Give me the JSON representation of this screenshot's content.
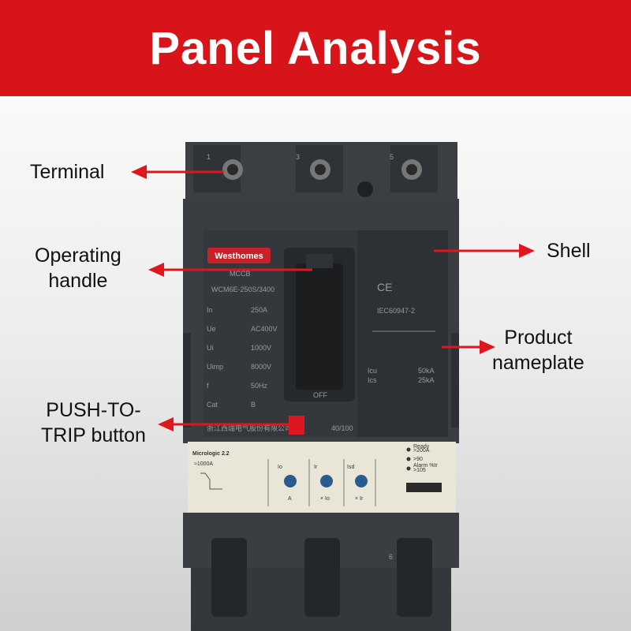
{
  "title": "Panel Analysis",
  "labels": {
    "terminal": "Terminal",
    "operating_handle_1": "Operating",
    "operating_handle_2": "handle",
    "push_to_trip_1": "PUSH-TO-",
    "push_to_trip_2": "TRIP button",
    "shell": "Shell",
    "product_nameplate_1": "Product",
    "product_nameplate_2": "nameplate"
  },
  "nameplate": {
    "brand": "Westhomes",
    "type": "MCCB",
    "model": "WCM6E-250S/3400",
    "rows": [
      {
        "key": "In",
        "value": "250A"
      },
      {
        "key": "Ue",
        "value": "AC400V"
      },
      {
        "key": "Ui",
        "value": "1000V"
      },
      {
        "key": "Uimp",
        "value": "8000V"
      },
      {
        "key": "f",
        "value": "50Hz"
      },
      {
        "key": "Cat",
        "value": "B"
      }
    ],
    "company": "浙江西瑞电气股份有限公司",
    "ce_mark": "CE",
    "standard": "IEC60947-2",
    "icu_label": "Icu",
    "icu_value": "50kA",
    "ics_label": "Ics",
    "ics_value": "25kA",
    "frame": "40/100",
    "off": "OFF",
    "terminals": [
      "1",
      "3",
      "5"
    ],
    "bottom_terminal": "6"
  },
  "trip_unit": {
    "name": "Micrologic 2.2",
    "io_label": "Io",
    "ir_label": "Ir",
    "isd_label": "Isd",
    "io_unit": "A",
    "ir_unit": "× Io",
    "isd_unit": "× Ir",
    "small_scale": "≈1000A",
    "status": [
      ">200A",
      ">90",
      ">105"
    ],
    "status_head": [
      "Ready",
      "",
      "Alarm  %Ir"
    ]
  },
  "colors": {
    "banner": "#d8141b",
    "arrow": "#e0161e",
    "body": "#3a3e43"
  }
}
